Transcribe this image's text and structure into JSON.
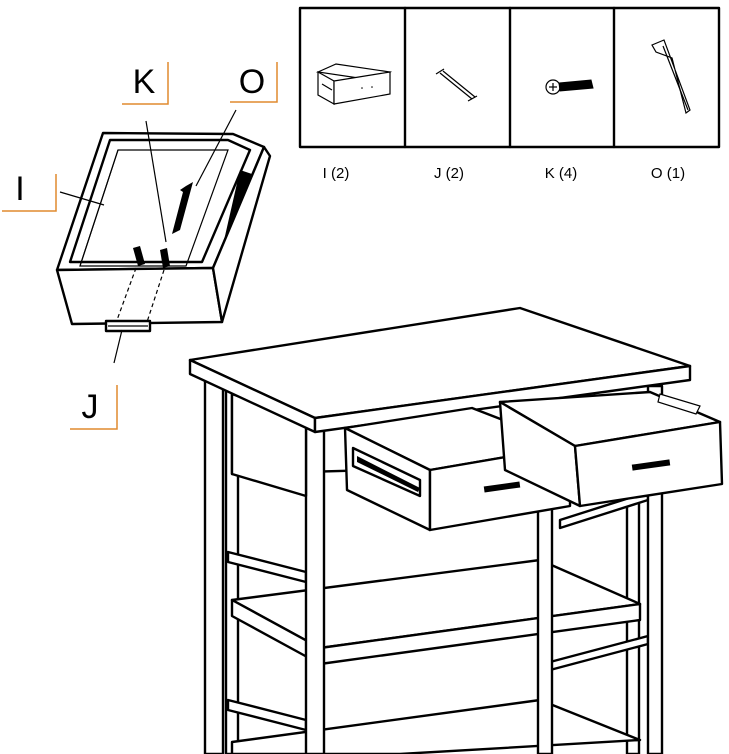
{
  "callouts": {
    "drawer": "I",
    "screw": "K",
    "allen_key": "O",
    "handle": "J"
  },
  "parts_table": [
    {
      "label": "I (2)",
      "icon": "drawer-icon"
    },
    {
      "label": "J (2)",
      "icon": "handle-icon"
    },
    {
      "label": "K (4)",
      "icon": "screw-icon"
    },
    {
      "label": "O (1)",
      "icon": "allen-key-icon"
    }
  ],
  "colors": {
    "line": "#000000",
    "callout_bracket": "#e08a2e",
    "background": "#ffffff"
  }
}
